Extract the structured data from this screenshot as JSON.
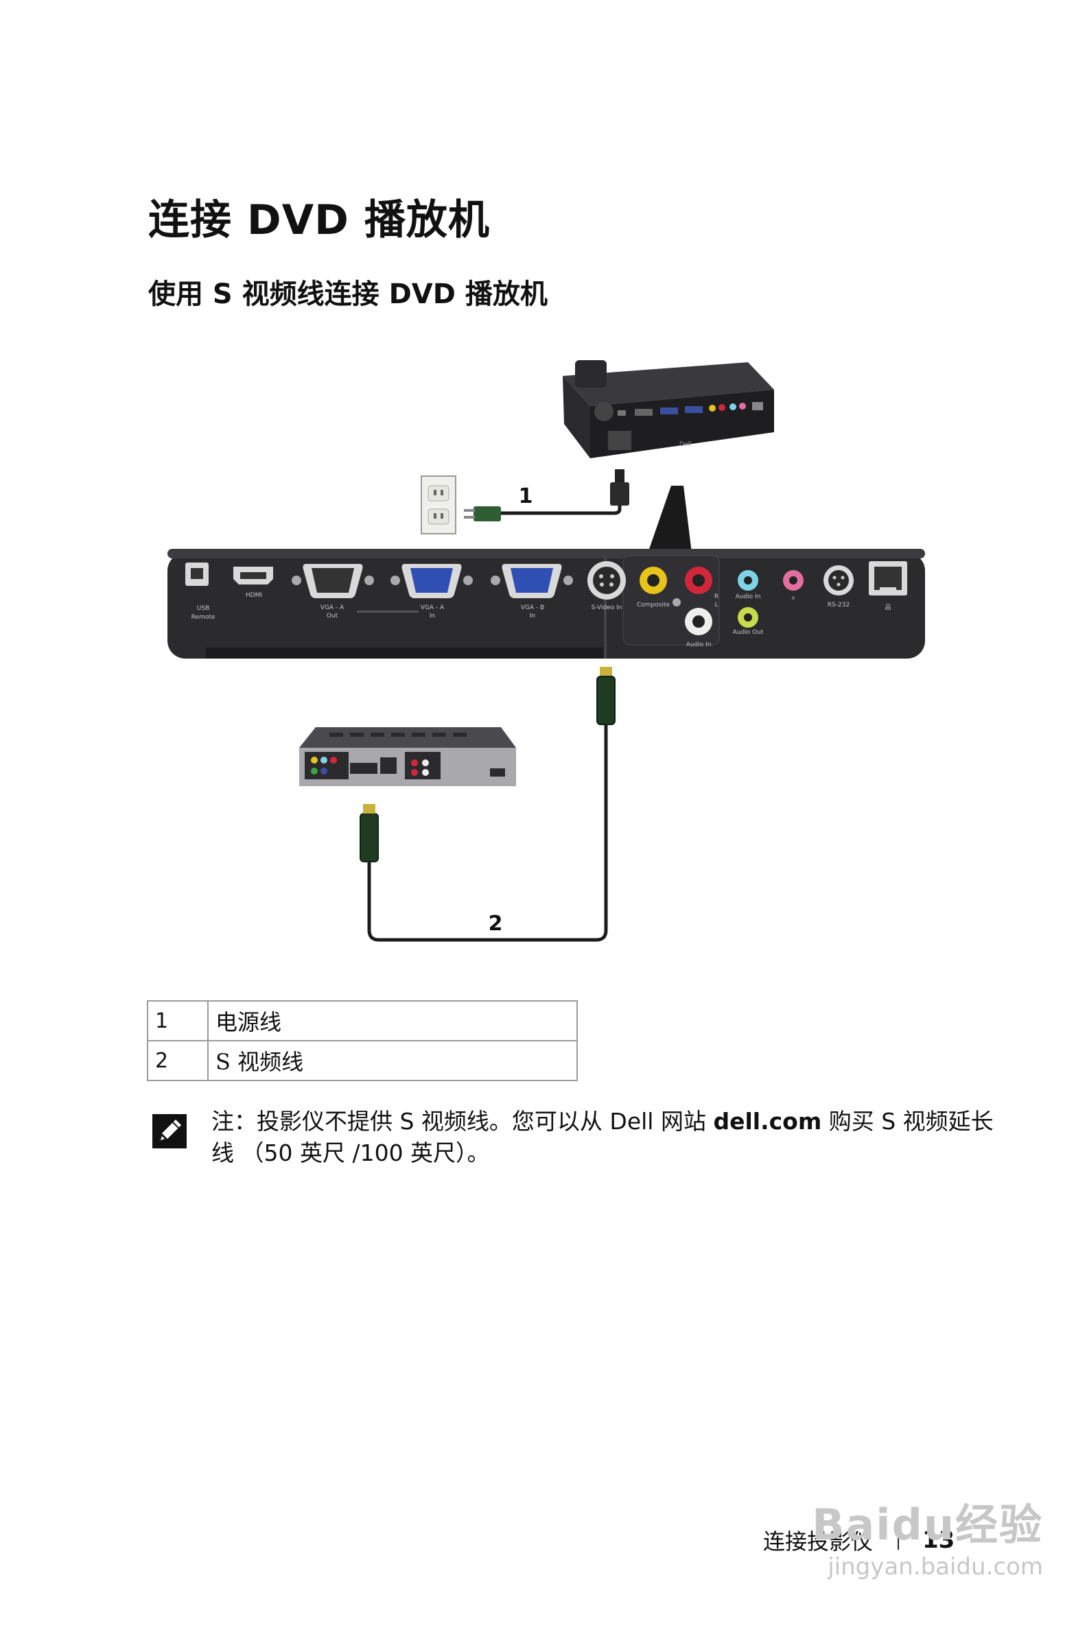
{
  "page": {
    "title": "连接 DVD 播放机",
    "subtitle": "使用 S 视频线连接 DVD 播放机"
  },
  "diagram": {
    "callouts": [
      "1",
      "2"
    ],
    "port_labels": [
      "USB",
      "Remote",
      "HDMI",
      "VGA - A",
      "Out",
      "VGA - A",
      "In",
      "VGA - B",
      "In",
      "S-Video In",
      "Composite",
      "R",
      "L",
      "Audio In",
      "Audio In",
      "Audio Out",
      "RS-232"
    ],
    "colors": {
      "panel": "#2b2b2e",
      "vga_blue": "#2f4fb3",
      "yellow": "#e8c31a",
      "red": "#d3263a",
      "cyan": "#7fd3e6",
      "pink": "#e26fa0",
      "lime": "#c6dc4b",
      "plug_green": "#2f5e35"
    }
  },
  "legend": [
    {
      "num": "1",
      "label": "电源线"
    },
    {
      "num": "2",
      "label": "S 视频线"
    }
  ],
  "note": {
    "prefix": "注：投影仪不提供 S 视频线。您可以从 Dell 网站 ",
    "link": "dell.com",
    "suffix": " 购买 S 视频延长线 （50 英尺 /100 英尺）。"
  },
  "footer": {
    "section": "连接投影仪",
    "page_number": "13"
  },
  "watermark": {
    "brand": "Baidu经验",
    "url": "jingyan.baidu.com"
  }
}
